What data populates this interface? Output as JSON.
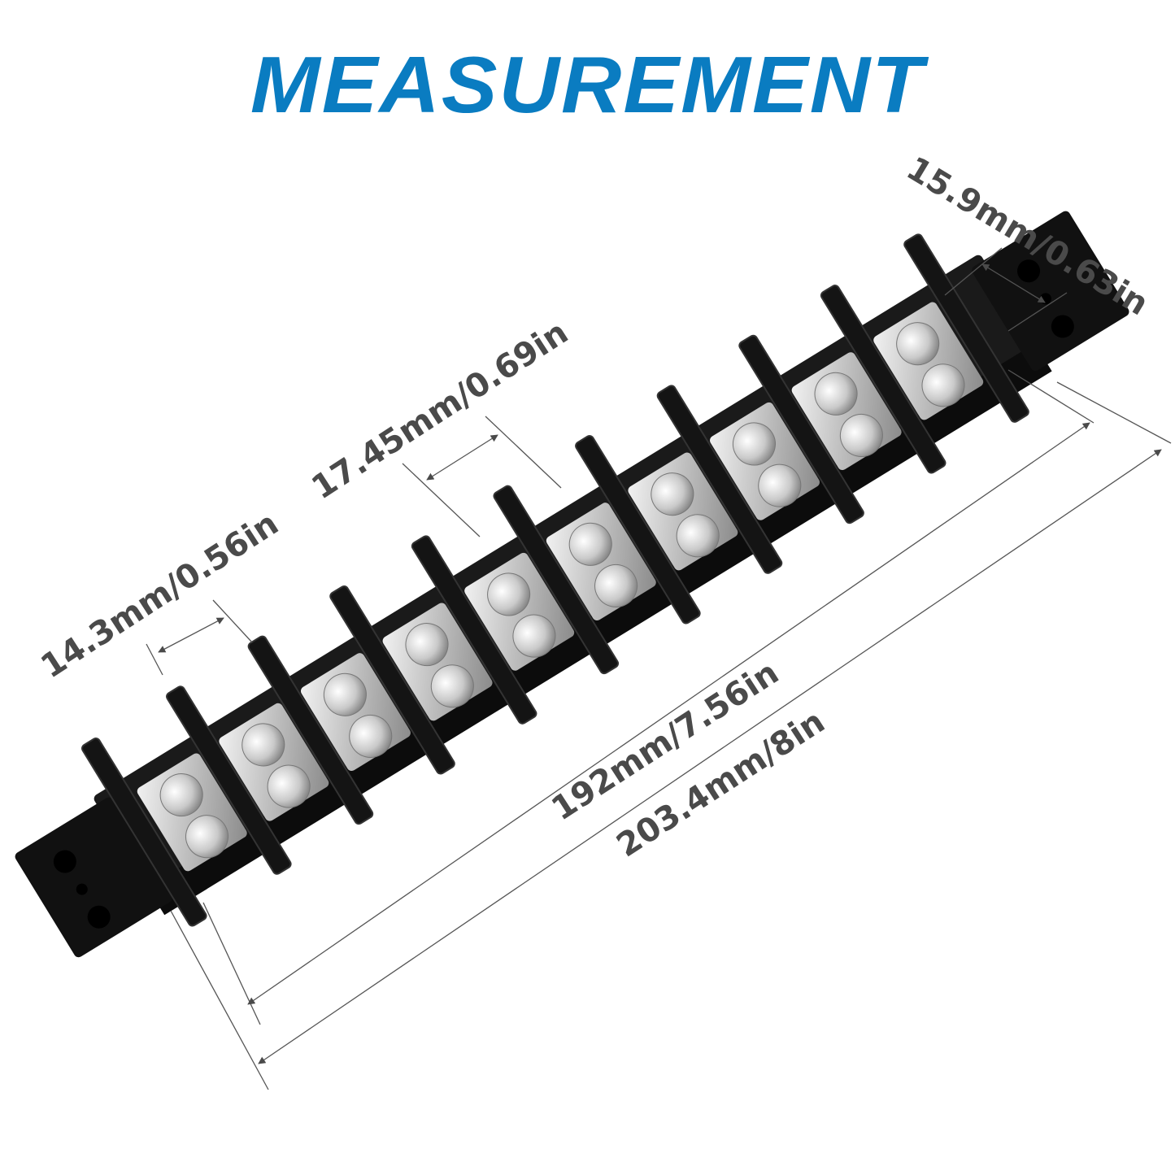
{
  "header": {
    "title": "MEASUREMENT",
    "title_color": "#0a7cc1"
  },
  "product": {
    "name": "terminal-block-barrier-strip",
    "positions": 10,
    "body_color": "#111111",
    "terminal_color": "#c8c8c8"
  },
  "dimensions": {
    "end_block_width": "15.9mm/0.63in",
    "terminal_pitch": "17.45mm/0.69in",
    "barrier_gap": "14.3mm/0.56in",
    "mounting_hole_distance": "192mm/7.56in",
    "overall_length": "203.4mm/8in"
  },
  "colors": {
    "label_text": "#4a4a4a",
    "dimension_line": "#555555",
    "background": "#ffffff"
  }
}
